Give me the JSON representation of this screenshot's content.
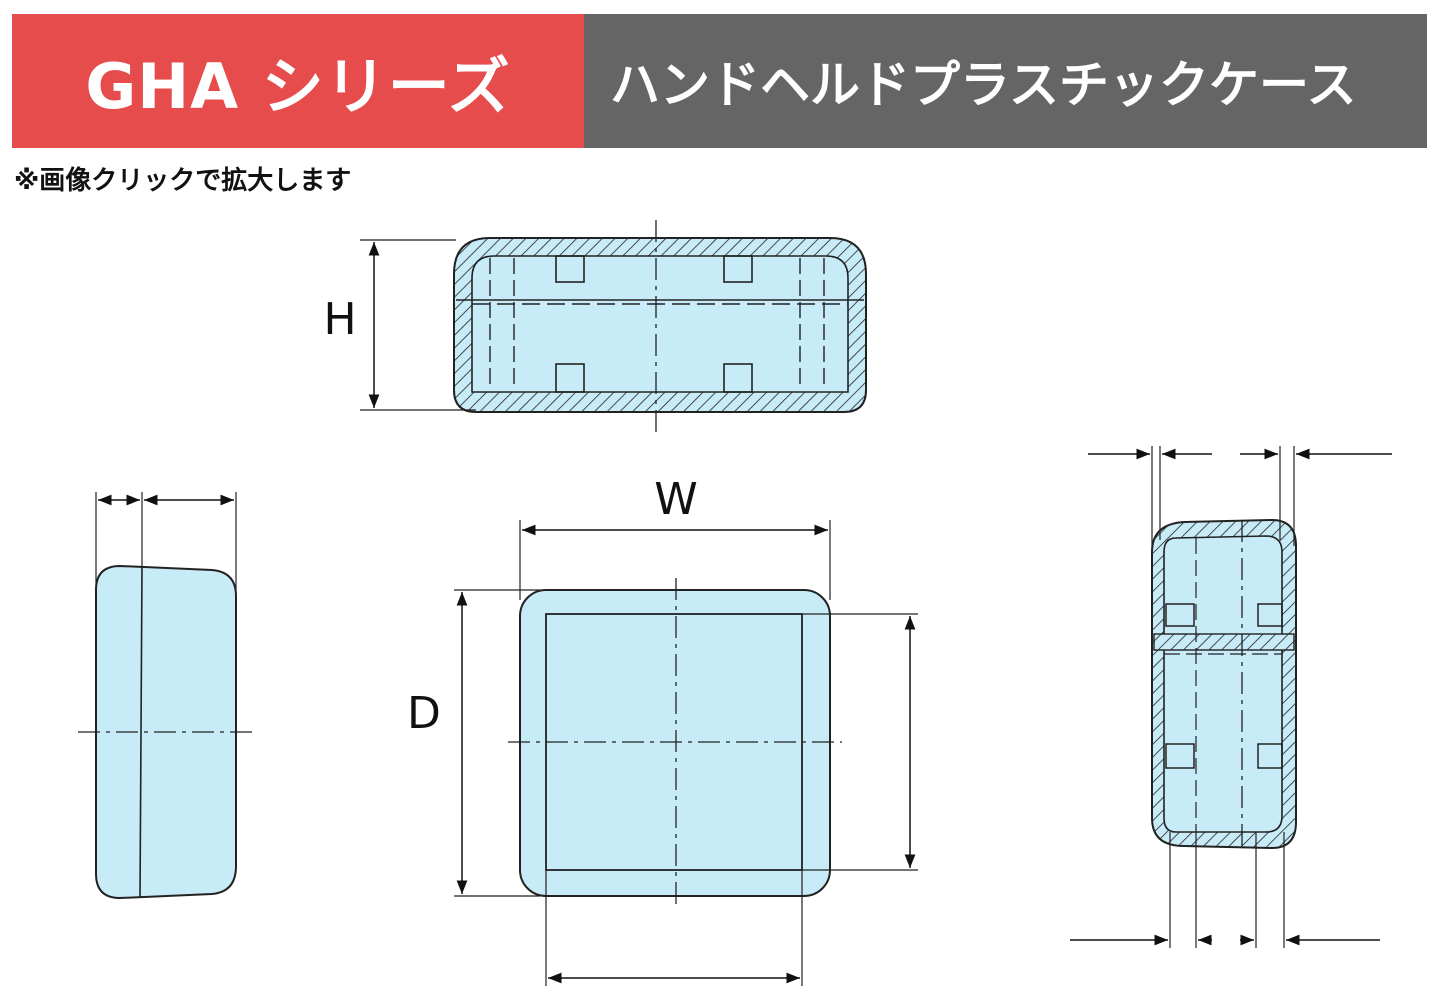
{
  "banner": {
    "series_title": "GHA シリーズ",
    "product_name": "ハンドヘルドプラスチックケース",
    "left_color": "#e74c4c",
    "right_color": "#666565"
  },
  "note": "※画像クリックで拡大します",
  "drawing": {
    "fill_color": "#c8ebf8",
    "line_color": "#222222",
    "labels": {
      "height": "H",
      "width": "W",
      "depth": "D"
    }
  }
}
